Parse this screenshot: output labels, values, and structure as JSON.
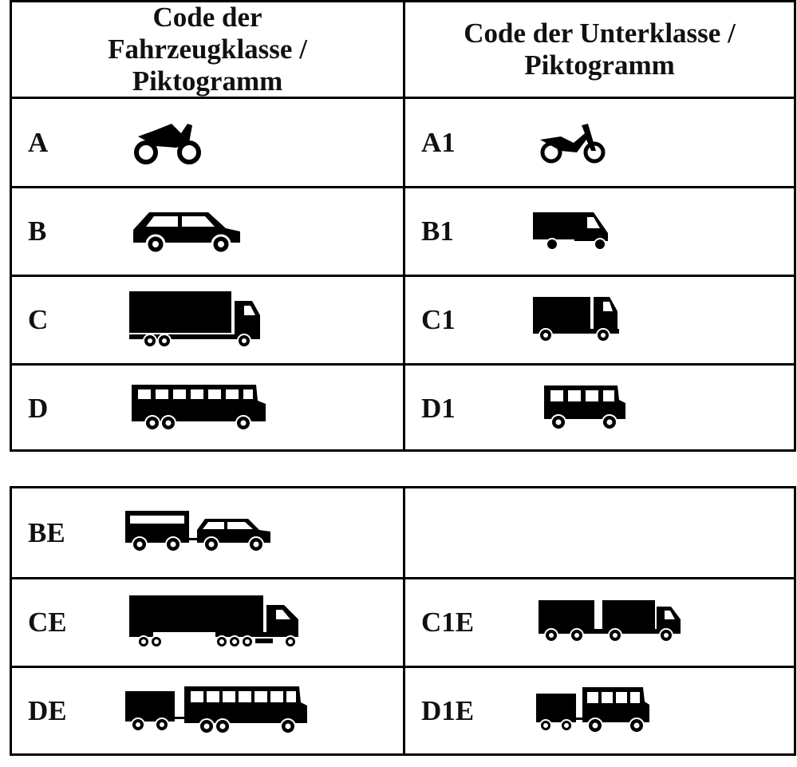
{
  "headers": {
    "class_col": "Code der Fahrzeugklasse / Piktogramm",
    "subclass_col": "Code der Unterklasse / Piktogramm"
  },
  "table1": [
    {
      "class": "A",
      "class_icon": "motorcycle-icon",
      "subclass": "A1",
      "subclass_icon": "light-motorcycle-icon"
    },
    {
      "class": "B",
      "class_icon": "car-icon",
      "subclass": "B1",
      "subclass_icon": "three-wheeler-van-icon"
    },
    {
      "class": "C",
      "class_icon": "truck-icon",
      "subclass": "C1",
      "subclass_icon": "small-truck-icon"
    },
    {
      "class": "D",
      "class_icon": "bus-icon",
      "subclass": "D1",
      "subclass_icon": "minibus-icon"
    }
  ],
  "table2": [
    {
      "class": "BE",
      "class_icon": "car-with-trailer-icon",
      "subclass": "",
      "subclass_icon": ""
    },
    {
      "class": "CE",
      "class_icon": "articulated-truck-icon",
      "subclass": "C1E",
      "subclass_icon": "small-truck-with-trailer-icon"
    },
    {
      "class": "DE",
      "class_icon": "bus-with-trailer-icon",
      "subclass": "D1E",
      "subclass_icon": "minibus-with-trailer-icon"
    }
  ]
}
